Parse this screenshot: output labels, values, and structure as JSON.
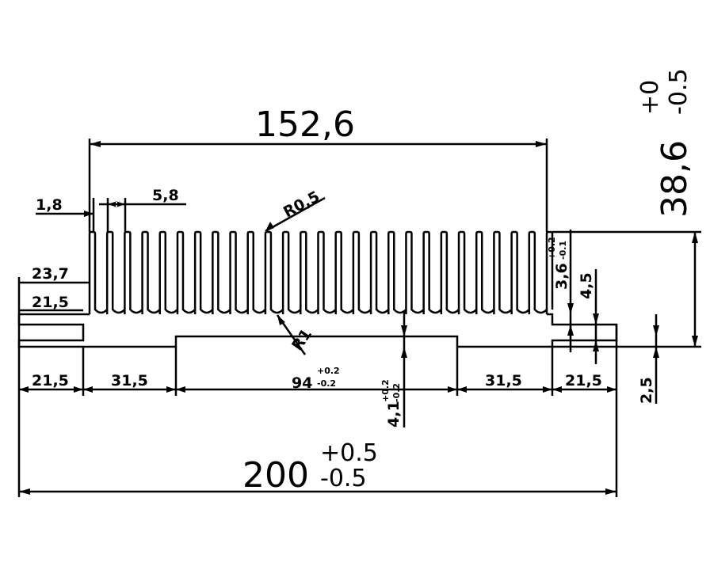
{
  "drawing": {
    "overall_length": {
      "value": "200",
      "tol_plus": "+0.5",
      "tol_minus": "-0.5"
    },
    "fin_span": "152,6",
    "fin_thickness": "1,8",
    "fin_pitch": "5,8",
    "fin_tip_radius": "R0,5",
    "root_radius": "R1",
    "left_offset_outer": "23,7",
    "left_offset_inner": "21,5",
    "bottom_dims": [
      "21,5",
      "31,5",
      "31,5",
      "21,5"
    ],
    "center_width": {
      "value": "94",
      "tol_plus": "+0.2",
      "tol_minus": "-0.2"
    },
    "base_thickness": {
      "value": "4,1",
      "tol_plus": "+0.2",
      "tol_minus": "-0.2"
    },
    "flange_step": {
      "value": "3,6",
      "tol_plus": "+0.2",
      "tol_minus": "-0.1"
    },
    "flange_height": "4,5",
    "foot_height": "2,5",
    "total_height": {
      "value": "38,6",
      "tol_plus": "+0",
      "tol_minus": "-0.5"
    },
    "fin_count": 27
  }
}
